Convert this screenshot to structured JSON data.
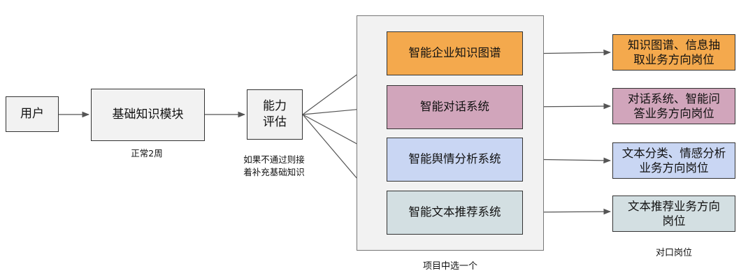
{
  "nodes": {
    "user": "用户",
    "module": "基础知识模块",
    "assess_line1": "能力",
    "assess_line2": "评估"
  },
  "notes": {
    "duration": "正常2周",
    "fail_line1": "如果不通过则接",
    "fail_line2": "着补充基础知识",
    "choose_one": "项目中选一个",
    "jobs": "对口岗位"
  },
  "projects": [
    {
      "label": "智能企业知识图谱",
      "color": "#f4a94d"
    },
    {
      "label": "智能对话系统",
      "color": "#d1a5bb"
    },
    {
      "label": "智能舆情分析系统",
      "color": "#c9d6f3"
    },
    {
      "label": "智能文本推荐系统",
      "color": "#d3dfe2"
    }
  ],
  "jobs": [
    {
      "line1": "知识图谱、信息抽",
      "line2": "取业务方向岗位",
      "color": "#f4a94d"
    },
    {
      "line1": "对话系统、智能问",
      "line2": "答业务方向岗位",
      "color": "#d1a5bb"
    },
    {
      "line1": "文本分类、情感分析",
      "line2": "业务方向岗位",
      "color": "#c9d6f3"
    },
    {
      "line1": "文本推荐业务方向",
      "line2": "岗位",
      "color": "#d3dfe2"
    }
  ]
}
